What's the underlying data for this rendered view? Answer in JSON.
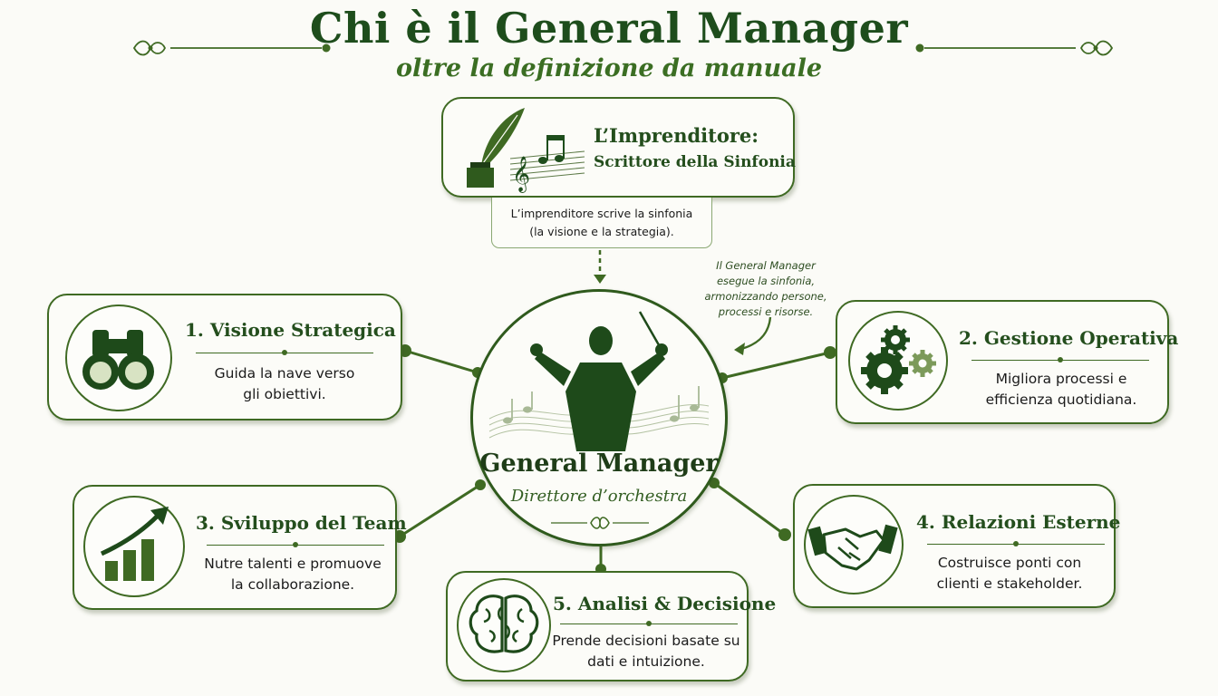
{
  "header": {
    "title": "Chi è il General Manager",
    "subtitle": "oltre la definizione da manuale"
  },
  "entrepreneur": {
    "title": "L’Imprenditore:",
    "subtitle": "Scrittore della Sinfonia",
    "note_line1": "L’imprenditore scrive la sinfonia",
    "note_line2": "(la visione e la strategia).",
    "icons": [
      "quill-ink-icon",
      "music-staff-icon"
    ]
  },
  "side_note": {
    "line1": "Il General Manager",
    "line2": "esegue la sinfonia,",
    "line3": "armonizzando persone,",
    "line4": "processi e risorse."
  },
  "center": {
    "title": "General Manager",
    "subtitle": "Direttore d’orchestra",
    "icon": "conductor-icon"
  },
  "roles": [
    {
      "title": "1. Visione Strategica",
      "line1": "Guida la nave verso",
      "line2": "gli obiettivi.",
      "icon": "binoculars-icon"
    },
    {
      "title": "2. Gestione Operativa",
      "line1": "Migliora processi e",
      "line2": "efficienza quotidiana.",
      "icon": "gears-icon"
    },
    {
      "title": "3. Sviluppo del Team",
      "line1": "Nutre talenti e promuove",
      "line2": "la collaborazione.",
      "icon": "growth-chart-icon"
    },
    {
      "title": "4. Relazioni Esterne",
      "line1": "Costruisce ponti con",
      "line2": "clienti e stakeholder.",
      "icon": "handshake-icon"
    },
    {
      "title": "5. Analisi & Decisione",
      "line1": "Prende decisioni basate su",
      "line2": "dati e intuizione.",
      "icon": "brain-icon"
    }
  ],
  "colors": {
    "primary_green": "#1e4d1c",
    "accent_green": "#3f6a23",
    "light_green": "#8aa873",
    "background": "#fbfbf7"
  }
}
